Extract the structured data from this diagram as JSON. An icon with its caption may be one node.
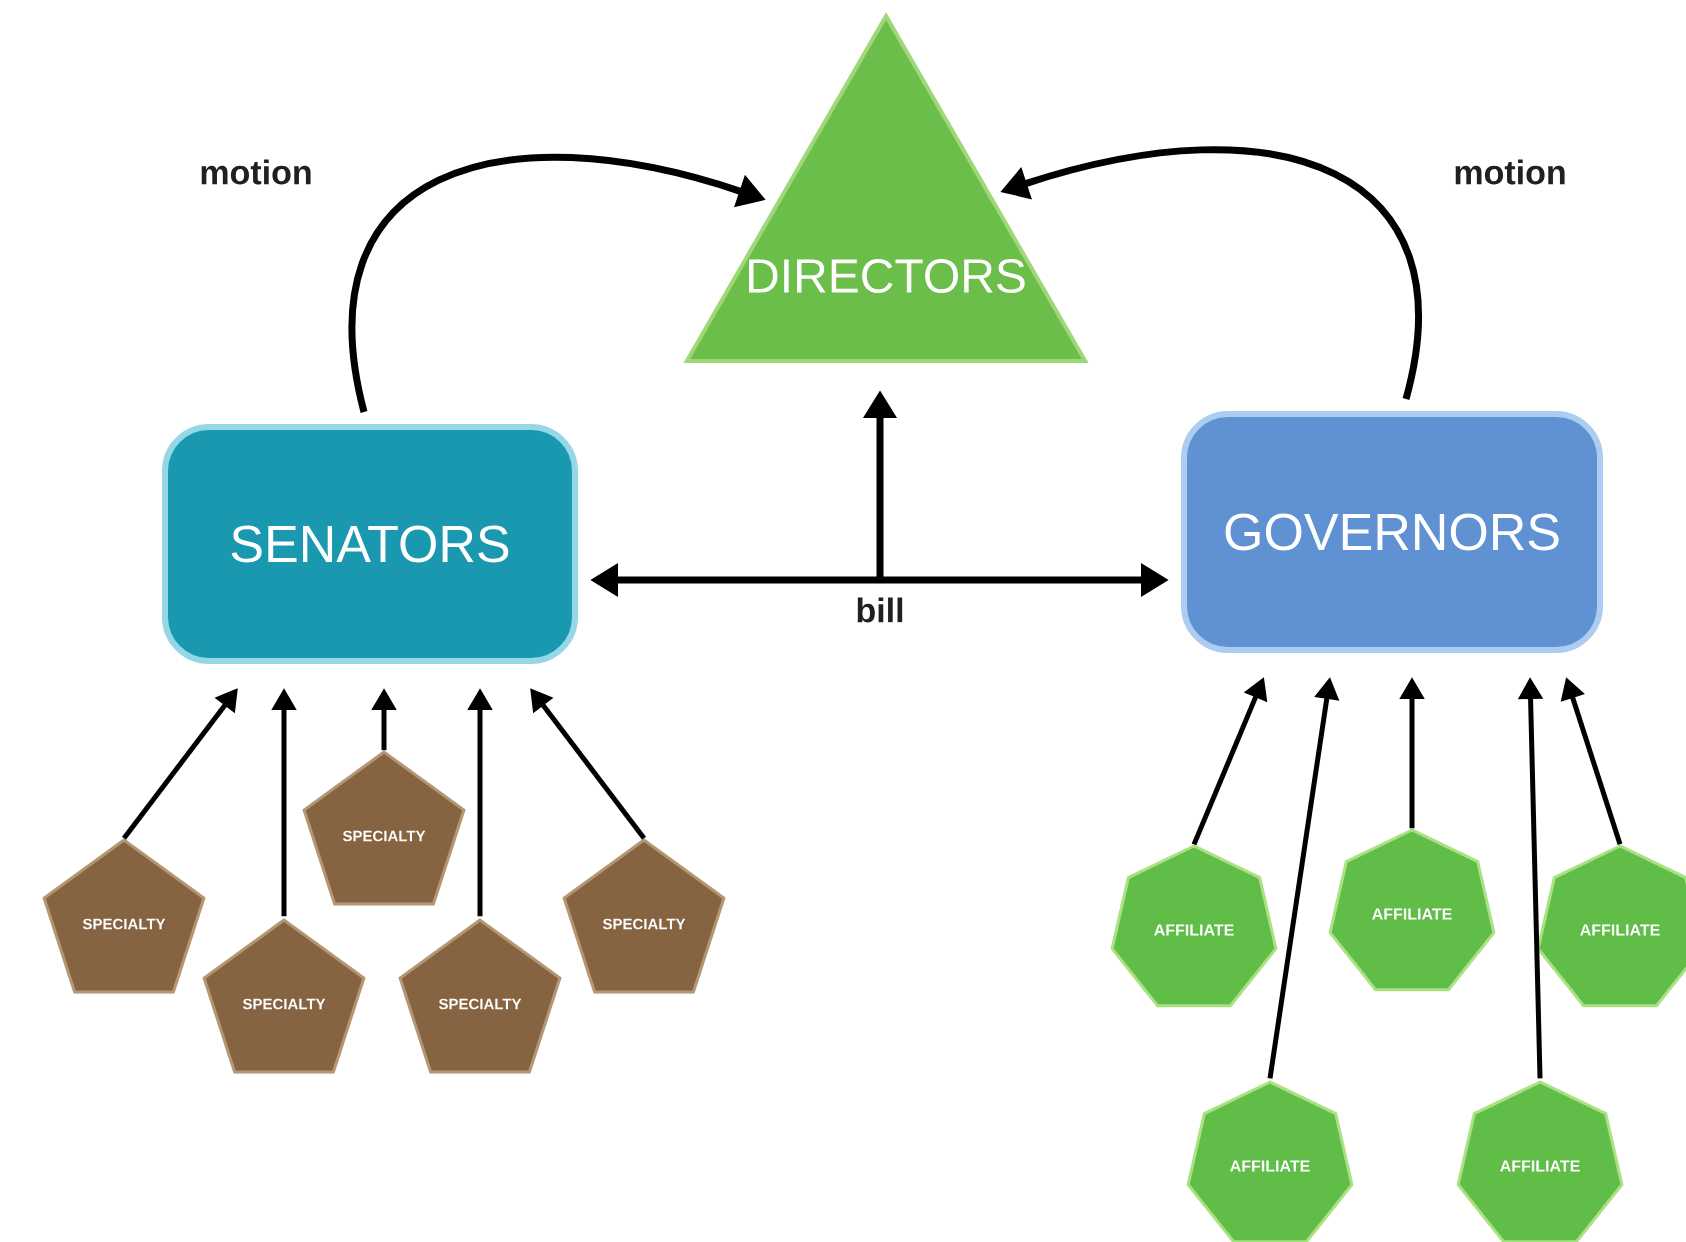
{
  "diagram": {
    "nodes": [
      {
        "text": [
          "DIRECTORS"
        ]
      },
      {
        "text": [
          "SENATORS"
        ]
      },
      {
        "text": [
          "GOVERNORS"
        ]
      },
      {
        "text": [
          "SPECIALTY"
        ]
      },
      {
        "text": [
          "SPECIALTY"
        ]
      },
      {
        "text": [
          "SPECIALTY"
        ]
      },
      {
        "text": [
          "SPECIALTY"
        ]
      },
      {
        "text": [
          "SPECIALTY"
        ]
      },
      {
        "text": [
          "AFFILIATE"
        ]
      },
      {
        "text": [
          "AFFILIATE"
        ]
      },
      {
        "text": [
          "AFFILIATE"
        ]
      },
      {
        "text": [
          "AFFILIATE"
        ]
      },
      {
        "text": [
          "AFFILIATE"
        ]
      }
    ],
    "edges": [
      {
        "from": 1,
        "to": 0,
        "arrow": "to",
        "label": "motion"
      },
      {
        "from": 2,
        "to": 0,
        "arrow": "to",
        "label": "motion"
      },
      {
        "from": 1,
        "to": 2,
        "arrow": "both",
        "label": "bill"
      },
      {
        "from": null,
        "to": 0,
        "arrow": "to"
      },
      {
        "from": 3,
        "to": 1,
        "arrow": "to"
      },
      {
        "from": 4,
        "to": 1,
        "arrow": "to"
      },
      {
        "from": 5,
        "to": 1,
        "arrow": "to"
      },
      {
        "from": 6,
        "to": 1,
        "arrow": "to"
      },
      {
        "from": 7,
        "to": 1,
        "arrow": "to"
      },
      {
        "from": 8,
        "to": 2,
        "arrow": "to"
      },
      {
        "from": 9,
        "to": 2,
        "arrow": "to"
      },
      {
        "from": 10,
        "to": 2,
        "arrow": "to"
      },
      {
        "from": 11,
        "to": 2,
        "arrow": "to"
      },
      {
        "from": 12,
        "to": 2,
        "arrow": "to"
      }
    ]
  }
}
